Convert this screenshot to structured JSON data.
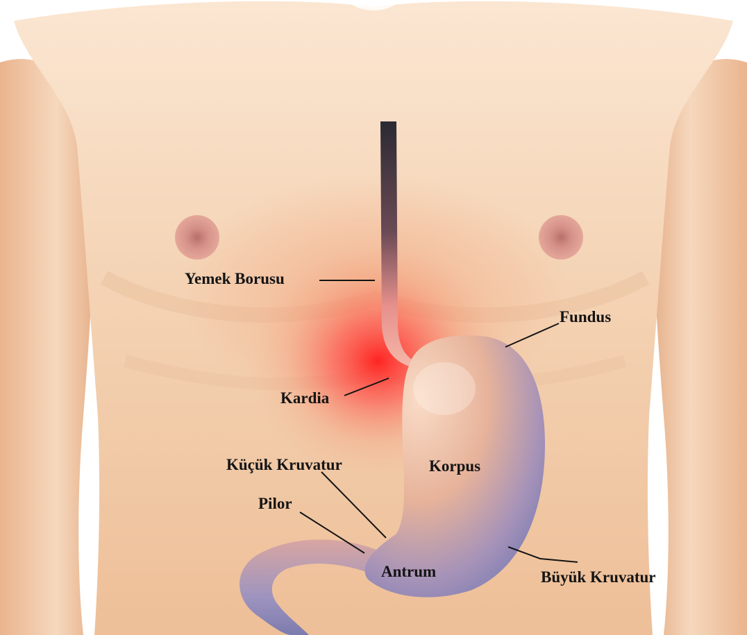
{
  "labels": {
    "esophagus": "Yemek Borusu",
    "fundus": "Fundus",
    "cardia": "Kardia",
    "lesser_curvature": "Küçük Kruvatur",
    "corpus": "Korpus",
    "pylorus": "Pilor",
    "antrum": "Antrum",
    "greater_curvature": "Büyük Kruvatur"
  },
  "colors": {
    "skin": "#f3d0b0",
    "skin_shadow": "#d9a27c",
    "heartburn_glow": "#ff2a2a",
    "stomach": "#e9b398",
    "stomach_shade": "#8a86b8",
    "esophagus": "#2d2a33",
    "leader_line": "#141414"
  }
}
